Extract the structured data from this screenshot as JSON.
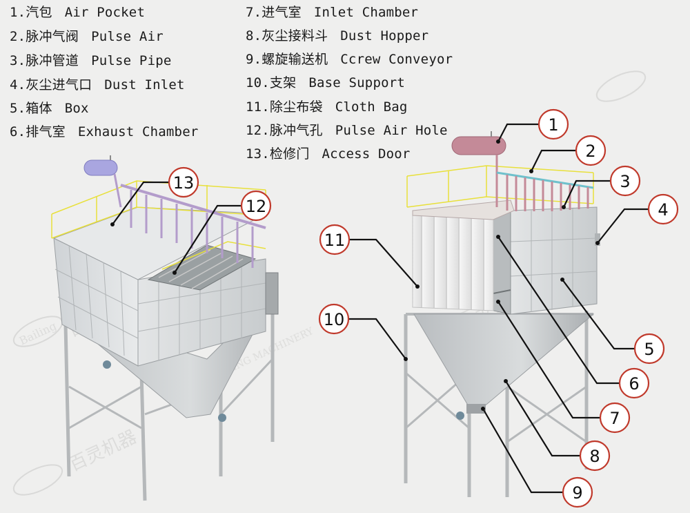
{
  "legend": [
    {
      "num": "1.",
      "cn": "汽包",
      "en": "Air Pocket"
    },
    {
      "num": "2.",
      "cn": "脉冲气阀",
      "en": "Pulse Air"
    },
    {
      "num": "3.",
      "cn": "脉冲管道",
      "en": "Pulse Pipe"
    },
    {
      "num": "4.",
      "cn": "灰尘进气口",
      "en": "Dust Inlet"
    },
    {
      "num": "5.",
      "cn": "箱体",
      "en": "Box"
    },
    {
      "num": "6.",
      "cn": "排气室",
      "en": "Exhaust Chamber"
    },
    {
      "num": "7.",
      "cn": "进气室",
      "en": "Inlet Chamber"
    },
    {
      "num": "8.",
      "cn": "灰尘接料斗",
      "en": "Dust Hopper"
    },
    {
      "num": "9.",
      "cn": "螺旋输送机",
      "en": "Ccrew Conveyor"
    },
    {
      "num": "10.",
      "cn": "支架",
      "en": "Base Support"
    },
    {
      "num": "11.",
      "cn": "除尘布袋",
      "en": "Cloth Bag"
    },
    {
      "num": "12.",
      "cn": "脉冲气孔",
      "en": "Pulse Air Hole"
    },
    {
      "num": "13.",
      "cn": "检修门",
      "en": "Access Door"
    }
  ],
  "callouts": [
    "1",
    "2",
    "3",
    "4",
    "5",
    "6",
    "7",
    "8",
    "9",
    "10",
    "11",
    "12",
    "13"
  ],
  "watermark": {
    "brand": "Bailing",
    "cn": "百灵机器",
    "en": "BAILING MACHINERY"
  },
  "colors": {
    "line": "#111111",
    "callout_ring": "#c0392b",
    "box_panel": "#dfe2e4",
    "rail": "#e8e03a",
    "air_pocket_left": "#a9a6e0",
    "air_pocket_right": "#c48a98",
    "pipe": "#8fa7c7"
  }
}
